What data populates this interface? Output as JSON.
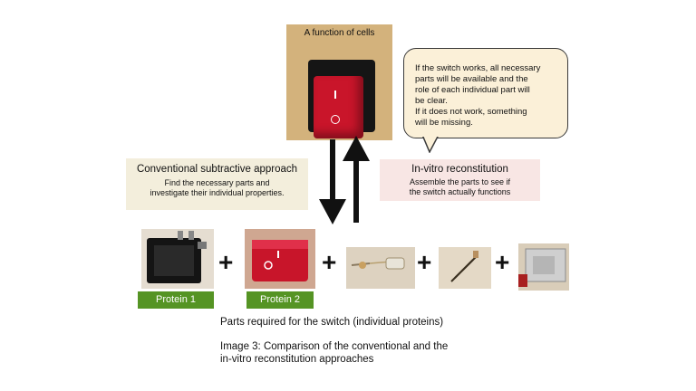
{
  "top_photo": {
    "caption": "A function of cells"
  },
  "bubble": {
    "lines": [
      "If the switch works, all necessary",
      "parts will be available and the",
      "role of each individual part will",
      "be clear.",
      "If it does not work, something",
      "will be missing."
    ]
  },
  "conventional": {
    "title": "Conventional subtractive approach",
    "line1": "Find the necessary parts and",
    "line2": "investigate their individual properties."
  },
  "invitro": {
    "title": "In-vitro reconstitution",
    "line1": "Assemble the parts to see if",
    "line2": "the switch actually functions"
  },
  "parts": {
    "plus": "+",
    "tag1": "Protein 1",
    "tag2": "Protein 2"
  },
  "captions": {
    "parts": "Parts required for the switch (individual proteins)",
    "image_line1": "Image 3: Comparison of the conventional and the",
    "image_line2": "in-vitro reconstitution approaches"
  },
  "colors": {
    "tag_green": "#559424",
    "rocker_red": "#c9152a",
    "bubble_fill": "#fbf0d8",
    "conv_fill": "#f3eedc",
    "vitro_fill": "#f8e6e4"
  }
}
